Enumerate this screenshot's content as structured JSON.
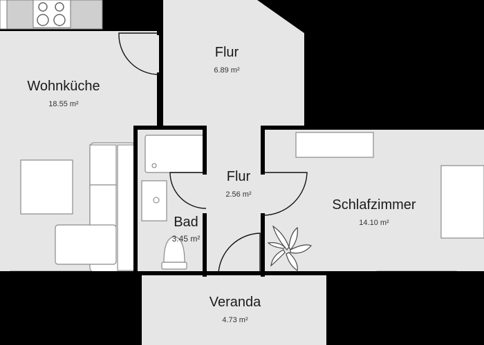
{
  "rooms": {
    "wohnkueche": {
      "name": "Wohnküche",
      "area": "18.55 m²"
    },
    "flur_top": {
      "name": "Flur",
      "area": "6.89 m²"
    },
    "flur_center": {
      "name": "Flur",
      "area": "2.56 m²"
    },
    "bad": {
      "name": "Bad",
      "area": "3.45 m²"
    },
    "schlafzimmer": {
      "name": "Schlafzimmer",
      "area": "14.10 m²"
    },
    "veranda": {
      "name": "Veranda",
      "area": "4.73 m²"
    }
  },
  "colors": {
    "floor": "#e6e6e6",
    "wall": "#000000",
    "background": "#000000",
    "furniture_fill": "#ffffff",
    "furniture_stroke": "#8a8a8a"
  }
}
